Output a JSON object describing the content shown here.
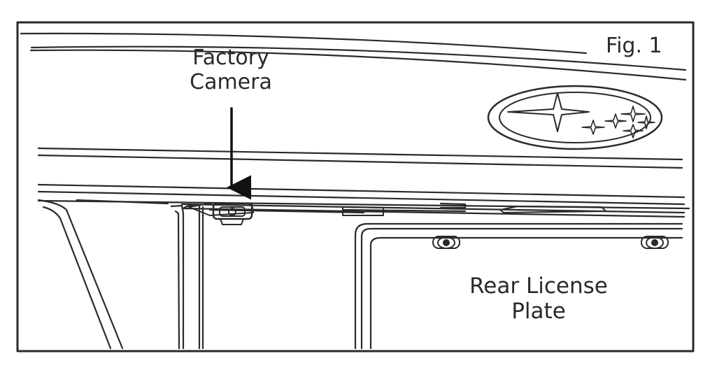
{
  "figure_label": "Fig. 1",
  "callouts": {
    "camera": [
      "Factory",
      "Camera"
    ],
    "plate": [
      "Rear License",
      "Plate"
    ]
  },
  "colors": {
    "ink": "#2a2a2a",
    "background": "#ffffff"
  },
  "icons": {
    "emblem": "six-star-oval-emblem",
    "camera": "rear-camera-icon",
    "screw": "screw-icon"
  }
}
